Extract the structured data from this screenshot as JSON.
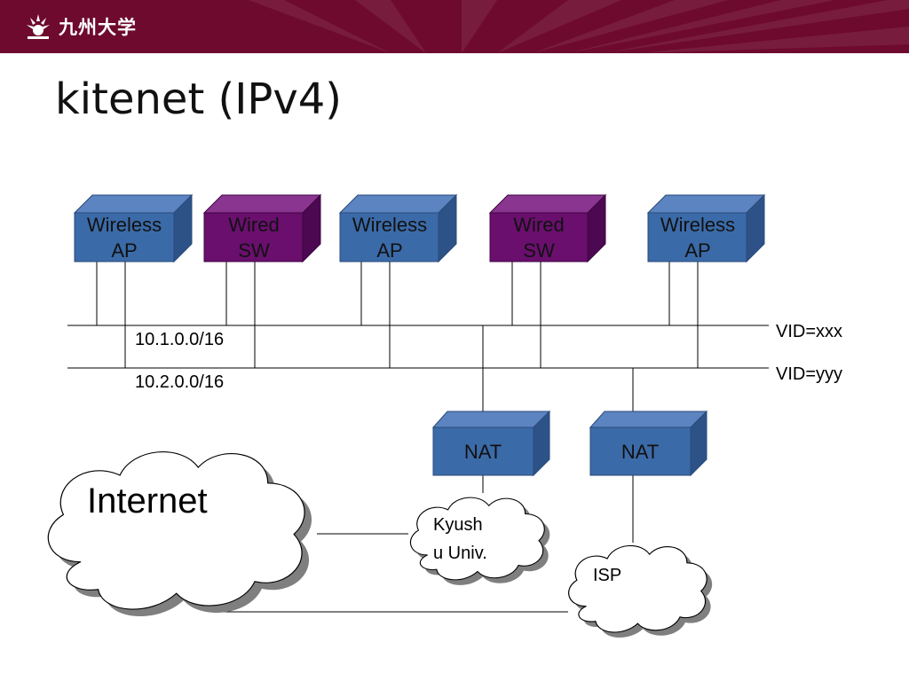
{
  "header": {
    "logo_text": "九州大学",
    "logo_icon": "kyushu-university-emblem-icon",
    "background_color": "#6e0a2e"
  },
  "slide": {
    "title": "kitenet (IPv4)"
  },
  "devices": {
    "ap1": {
      "line1": "Wireless",
      "line2": "AP"
    },
    "sw1": {
      "line1": "Wired",
      "line2": "SW"
    },
    "ap2": {
      "line1": "Wireless",
      "line2": "AP"
    },
    "sw2": {
      "line1": "Wired",
      "line2": "SW"
    },
    "ap3": {
      "line1": "Wireless",
      "line2": "AP"
    },
    "nat1": {
      "label": "NAT"
    },
    "nat2": {
      "label": "NAT"
    }
  },
  "networks": {
    "subnet1": "10.1.0.0/16",
    "subnet2": "10.2.0.0/16",
    "vid1": "VID=xxx",
    "vid2": "VID=yyy"
  },
  "clouds": {
    "internet": "Internet",
    "kyushu_line1": "Kyush",
    "kyushu_line2": "u Univ.",
    "isp": "ISP"
  },
  "colors": {
    "ap_box": "#3b6aa8",
    "sw_box": "#6a0f6e",
    "nat_box": "#3b6aa8"
  }
}
